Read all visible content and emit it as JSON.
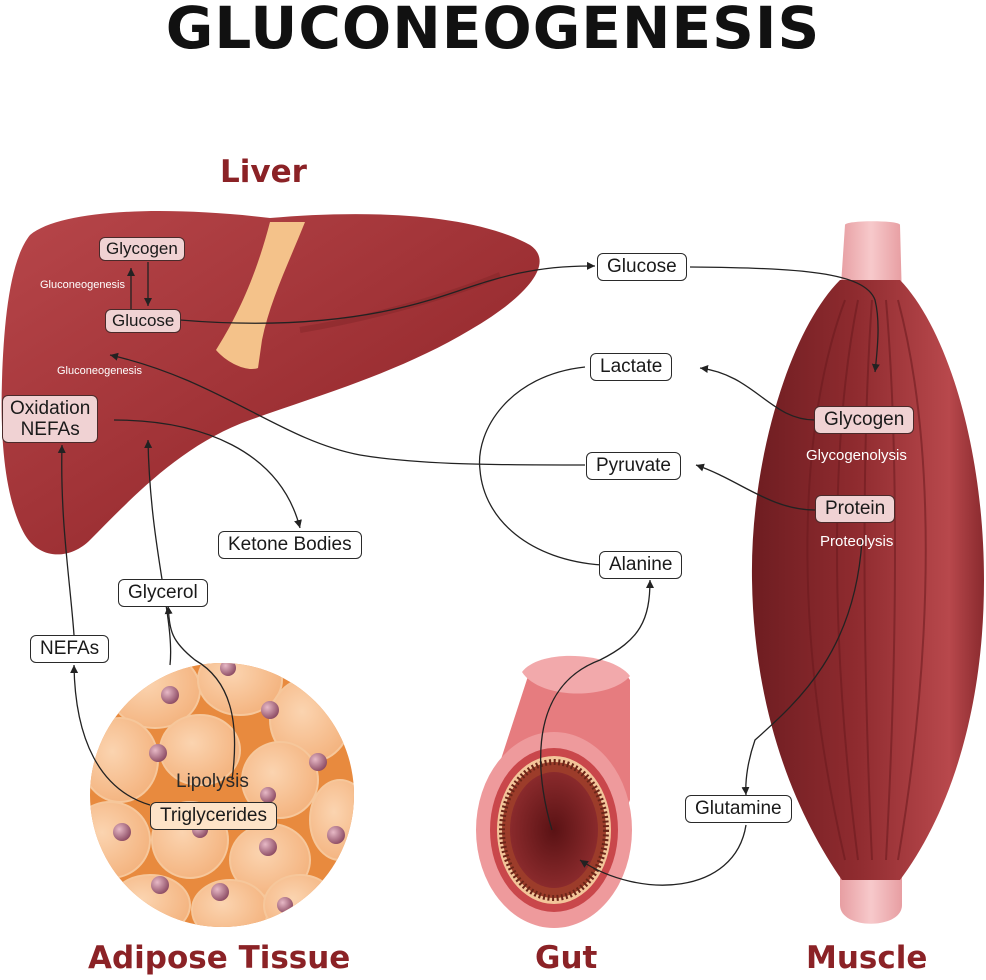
{
  "title": "GLUCONEOGENESIS",
  "organs": {
    "liver": "Liver",
    "adipose": "Adipose Tissue",
    "gut": "Gut",
    "muscle": "Muscle"
  },
  "liver": {
    "glycogen": "Glycogen",
    "glucose": "Glucose",
    "gluconeogenesis_top": "Gluconeogenesis",
    "gluconeogenesis_bottom": "Gluconeogenesis",
    "oxidation_line1": "Oxidation",
    "oxidation_line2": "NEFAs"
  },
  "flow": {
    "glucose": "Glucose",
    "lactate": "Lactate",
    "pyruvate": "Pyruvate",
    "alanine": "Alanine",
    "ketone_bodies": "Ketone Bodies",
    "glycerol": "Glycerol",
    "nefas": "NEFAs",
    "glutamine": "Glutamine"
  },
  "muscle": {
    "glycogen": "Glycogen",
    "glycogenolysis": "Glycogenolysis",
    "protein": "Protein",
    "proteolysis": "Proteolysis"
  },
  "adipose": {
    "lipolysis": "Lipolysis",
    "triglycerides": "Triglycerides"
  },
  "colors": {
    "liver": "#a03236",
    "muscle": "#8c2a2e",
    "organ_label": "#8b2226",
    "adipose_bg": "#f3b07a",
    "gut": "#ea8a8c",
    "label_box_pink": "#f0d2d3"
  }
}
